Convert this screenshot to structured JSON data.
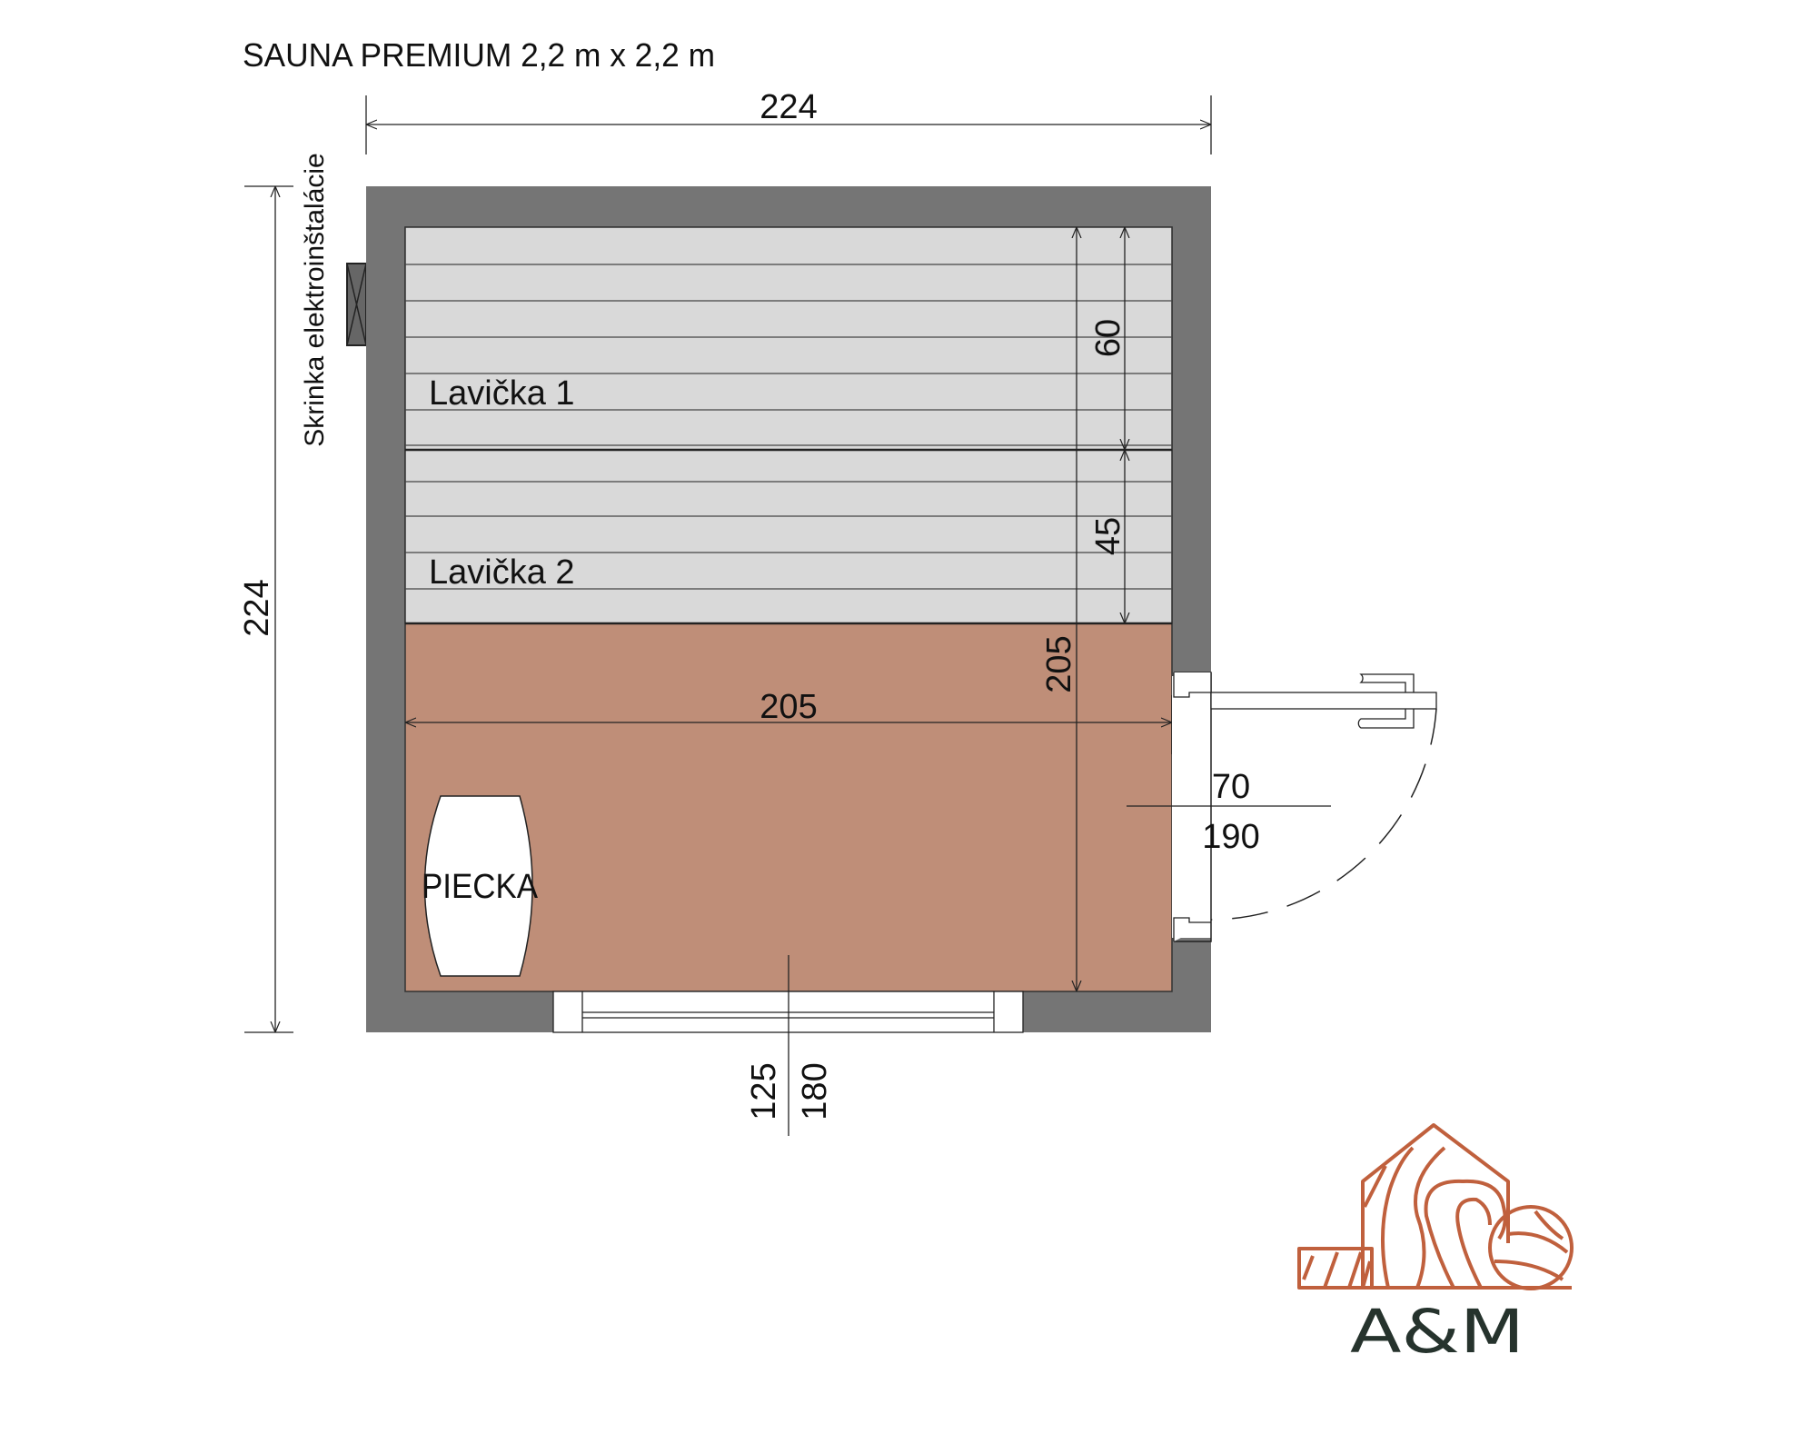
{
  "title": "SAUNA PREMIUM 2,2 m  x 2,2 m",
  "dimensions": {
    "outer_width": "224",
    "outer_height": "224",
    "inner_width": "205",
    "inner_depth": "205",
    "bench1_depth": "60",
    "bench2_depth": "45",
    "door_width": "70",
    "door_height": "190",
    "window_width": "125",
    "window_height": "180"
  },
  "labels": {
    "bench1": "Lavička 1",
    "bench2": "Lavička 2",
    "stove": "PIECKA",
    "electrical_box": "Skrinka elektroinštalácie"
  },
  "logo": {
    "text": "A&M"
  },
  "colors": {
    "wall": "#757575",
    "bench": "#d9d9d9",
    "floor": "#bf8e78",
    "logo_accent": "#c0603d",
    "logo_text": "#26332d"
  }
}
